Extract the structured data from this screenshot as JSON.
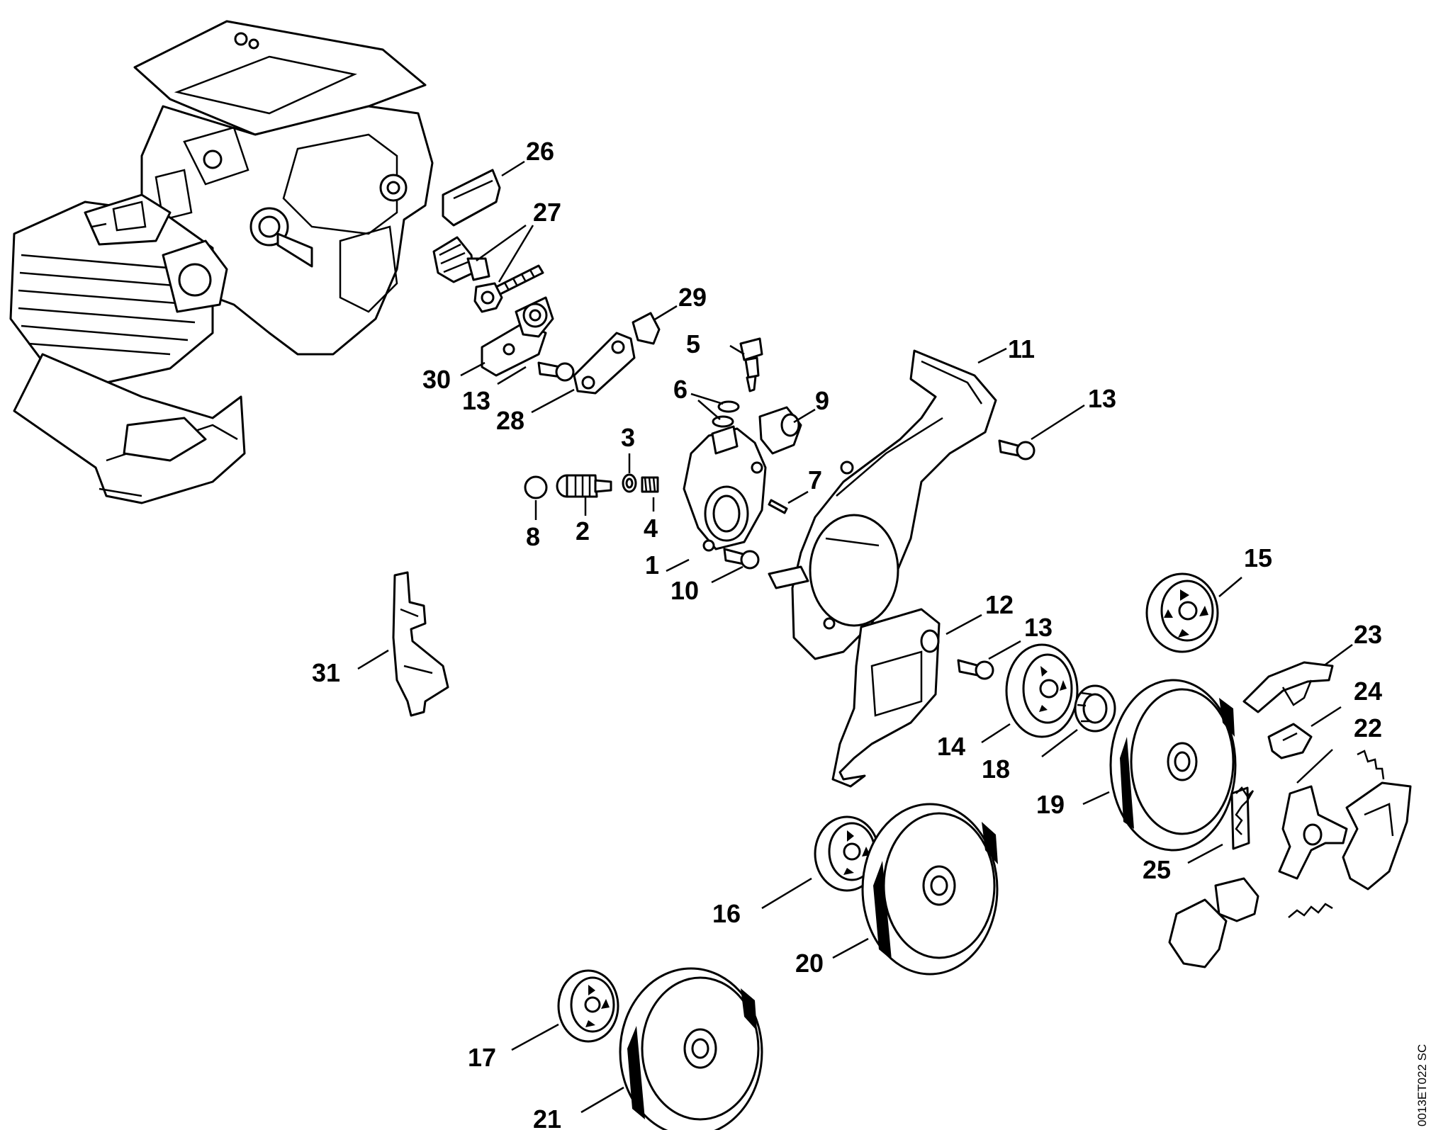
{
  "drawing_code": "0013ET022 SC",
  "callouts": [
    {
      "id": "1",
      "text": "1"
    },
    {
      "id": "2",
      "text": "2"
    },
    {
      "id": "3",
      "text": "3"
    },
    {
      "id": "4",
      "text": "4"
    },
    {
      "id": "5",
      "text": "5"
    },
    {
      "id": "6",
      "text": "6"
    },
    {
      "id": "7",
      "text": "7"
    },
    {
      "id": "8",
      "text": "8"
    },
    {
      "id": "9",
      "text": "9"
    },
    {
      "id": "10",
      "text": "10"
    },
    {
      "id": "11",
      "text": "11"
    },
    {
      "id": "12",
      "text": "12"
    },
    {
      "id": "13a",
      "text": "13"
    },
    {
      "id": "13b",
      "text": "13"
    },
    {
      "id": "13c",
      "text": "13"
    },
    {
      "id": "14",
      "text": "14"
    },
    {
      "id": "15",
      "text": "15"
    },
    {
      "id": "16",
      "text": "16"
    },
    {
      "id": "17",
      "text": "17"
    },
    {
      "id": "18",
      "text": "18"
    },
    {
      "id": "19",
      "text": "19"
    },
    {
      "id": "20",
      "text": "20"
    },
    {
      "id": "21",
      "text": "21"
    },
    {
      "id": "22",
      "text": "22"
    },
    {
      "id": "23",
      "text": "23"
    },
    {
      "id": "24",
      "text": "24"
    },
    {
      "id": "25",
      "text": "25"
    },
    {
      "id": "26",
      "text": "26"
    },
    {
      "id": "27",
      "text": "27"
    },
    {
      "id": "28",
      "text": "28"
    },
    {
      "id": "29",
      "text": "29"
    },
    {
      "id": "30",
      "text": "30"
    },
    {
      "id": "31",
      "text": "31"
    }
  ]
}
